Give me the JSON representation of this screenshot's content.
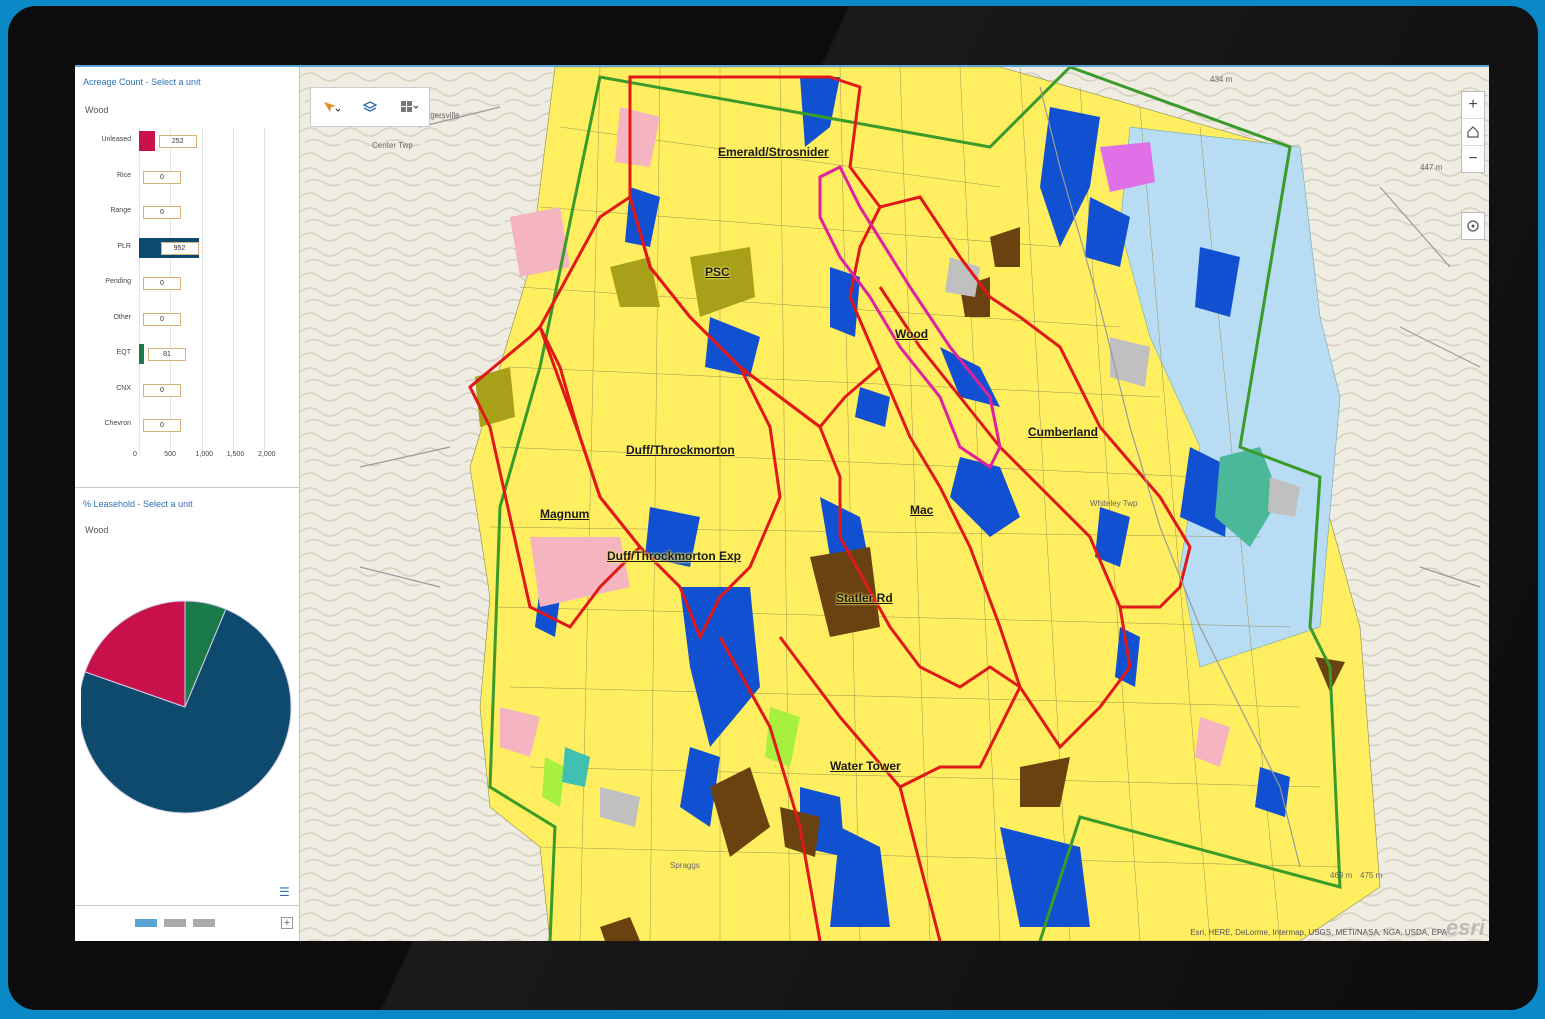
{
  "bar_panel": {
    "title": "Acreage Count - Select a unit",
    "unit": "Wood",
    "rows": [
      {
        "label": "Unleased",
        "value": "252",
        "num": 252,
        "color": "#c8104a"
      },
      {
        "label": "Rice",
        "value": "0",
        "num": 0,
        "color": "#c8104a"
      },
      {
        "label": "Range",
        "value": "0",
        "num": 0,
        "color": "#c8104a"
      },
      {
        "label": "PLR",
        "value": "952",
        "num": 952,
        "color": "#0e4a6e"
      },
      {
        "label": "Pending",
        "value": "0",
        "num": 0,
        "color": "#0e4a6e"
      },
      {
        "label": "Other",
        "value": "0",
        "num": 0,
        "color": "#0e4a6e"
      },
      {
        "label": "EQT",
        "value": "81",
        "num": 81,
        "color": "#1a7a4a"
      },
      {
        "label": "CNX",
        "value": "0",
        "num": 0,
        "color": "#1a7a4a"
      },
      {
        "label": "Chevron",
        "value": "0",
        "num": 0,
        "color": "#1a7a4a"
      }
    ],
    "axis_ticks": [
      "0",
      "500",
      "1,000",
      "1,500",
      "2,000"
    ]
  },
  "pie_panel": {
    "title": "% Leasehold - Select a unit",
    "unit": "Wood"
  },
  "chart_data": [
    {
      "type": "bar",
      "title": "Acreage Count - Select a unit",
      "subtitle": "Wood",
      "categories": [
        "Unleased",
        "Rice",
        "Range",
        "PLR",
        "Pending",
        "Other",
        "EQT",
        "CNX",
        "Chevron"
      ],
      "values": [
        252,
        0,
        0,
        952,
        0,
        0,
        81,
        0,
        0
      ],
      "xlim": [
        0,
        2000
      ],
      "orientation": "horizontal"
    },
    {
      "type": "pie",
      "title": "% Leasehold - Select a unit",
      "subtitle": "Wood",
      "categories": [
        "Unleased",
        "PLR",
        "EQT"
      ],
      "values": [
        252,
        952,
        81
      ],
      "colors": [
        "#c8104a",
        "#0e4a6e",
        "#1a7a4a"
      ]
    }
  ],
  "map": {
    "units": [
      {
        "name": "Emerald/Strosnider"
      },
      {
        "name": "PSC"
      },
      {
        "name": "Wood"
      },
      {
        "name": "Cumberland"
      },
      {
        "name": "Duff/Throckmorton"
      },
      {
        "name": "Magnum"
      },
      {
        "name": "Mac"
      },
      {
        "name": "Duff/Throckmorton Exp"
      },
      {
        "name": "Statler Rd"
      },
      {
        "name": "Water Tower"
      }
    ],
    "places": [
      {
        "name": "Center Twp"
      },
      {
        "name": "Whiteley Twp"
      },
      {
        "name": "Spraggs"
      },
      {
        "name": "Rogersville"
      },
      {
        "name": "447 m"
      },
      {
        "name": "434 m"
      },
      {
        "name": "469 m"
      },
      {
        "name": "475 m"
      }
    ],
    "attribution": "Esri, HERE, DeLorme, Intermap, USGS, METI/NASA, NGA, USDA, EPA",
    "logo": "esri"
  },
  "colors": {
    "unleased": "#c8104a",
    "plr": "#0e4a6e",
    "eqt": "#1a7a4a",
    "parcel_yellow": "#ffef60",
    "parcel_blue": "#1150d0",
    "unit_outline": "#e01818",
    "boundary_green": "#3a9a2a"
  }
}
